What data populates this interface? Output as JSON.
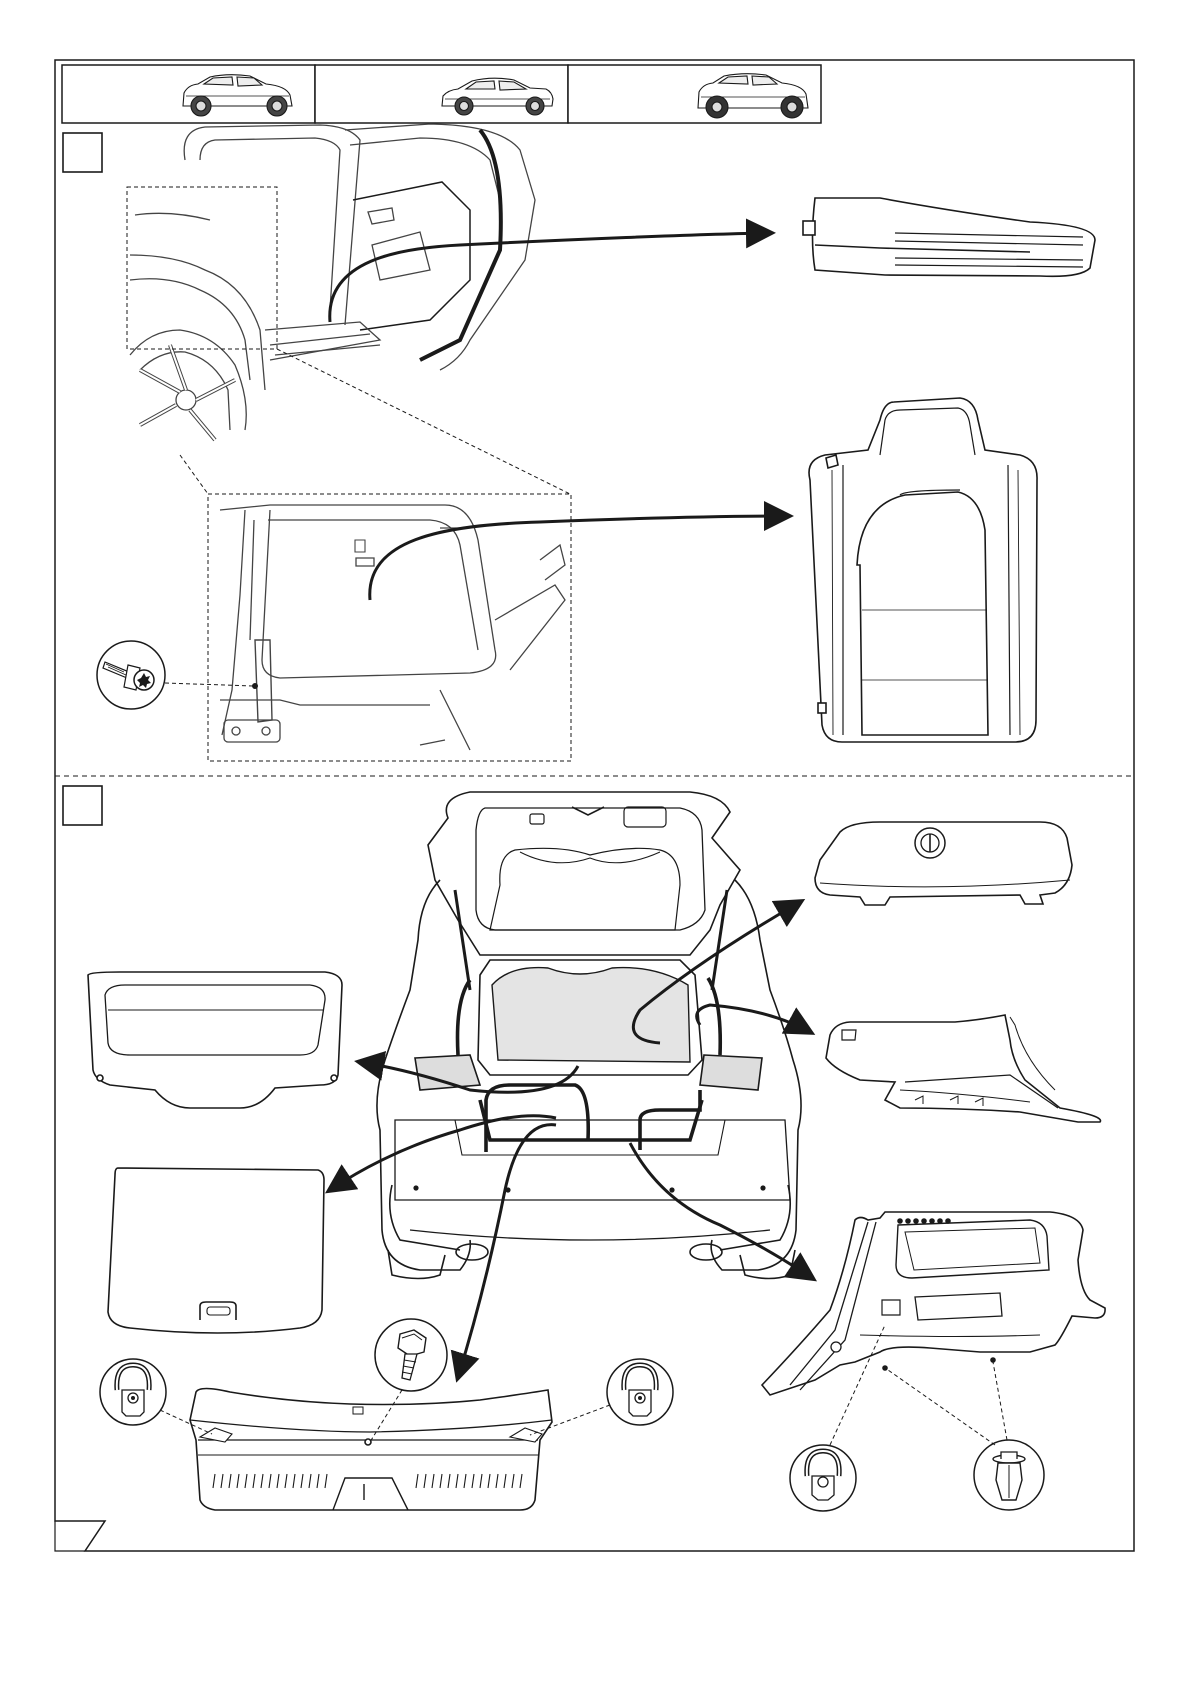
{
  "document": {
    "type": "assembly-instruction-sheet",
    "text_labels": []
  },
  "header": {
    "vehicle_variants": [
      {
        "name": "vehicle-variant-hatchback-amg-icon"
      },
      {
        "name": "vehicle-variant-sedan-icon"
      },
      {
        "name": "vehicle-variant-suv-icon"
      }
    ]
  },
  "steps": [
    {
      "name": "step-1-box",
      "parts": [
        "rear-door-sill-trim-icon",
        "rear-seat-backrest-icon",
        "torx-screw-icon"
      ]
    },
    {
      "name": "step-2-box",
      "parts": [
        "parcel-shelf-icon",
        "luggage-floor-panel-icon",
        "trunk-sill-panel-icon",
        "tailgate-inner-handle-cover-icon",
        "upper-side-trim-icon",
        "side-luggage-trim-panel-icon",
        "lashing-eye-icon",
        "hex-bolt-icon",
        "push-clip-icon"
      ]
    }
  ],
  "colors": {
    "line": "#1a1a1a",
    "thin_line": "#555555",
    "highlight_fill": "#e4e4e4",
    "background": "#ffffff"
  }
}
